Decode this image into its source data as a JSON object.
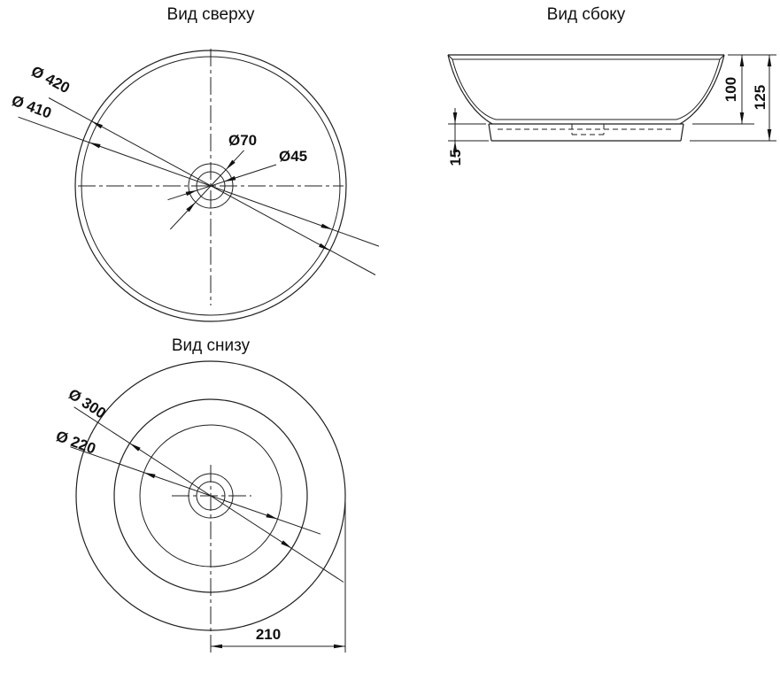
{
  "meta": {
    "background_color": "#ffffff",
    "line_color": "#1f1f1f"
  },
  "views": {
    "top": {
      "title": "Вид сверху",
      "dims": {
        "d420": "Ø 420",
        "d410": "Ø 410",
        "d70": "Ø70",
        "d45": "Ø45"
      }
    },
    "side": {
      "title": "Вид сбоку",
      "dims": {
        "h100": "100",
        "h125": "125",
        "h15": "15"
      }
    },
    "bottom": {
      "title": "Вид снизу",
      "dims": {
        "d300": "Ø 300",
        "d220": "Ø 220",
        "w210": "210"
      }
    }
  }
}
